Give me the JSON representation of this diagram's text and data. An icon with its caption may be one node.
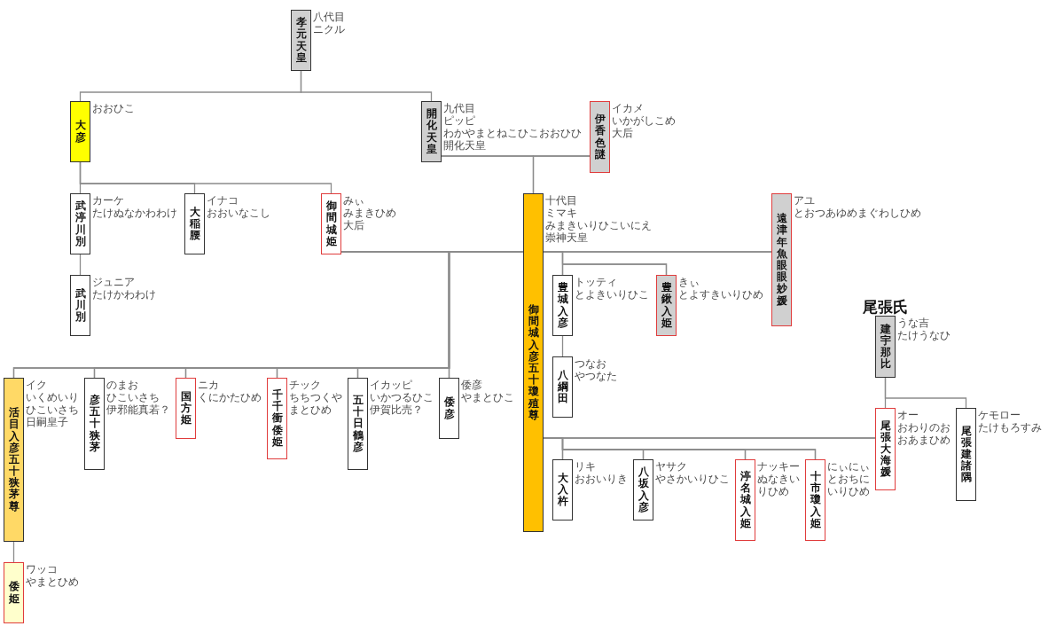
{
  "diagram": {
    "nodes": [
      {
        "text": [
          "孝元天皇"
        ],
        "beside": [
          "八代目",
          "ニクル"
        ]
      },
      {
        "text": [
          "大彦"
        ],
        "beside": [
          "おおひこ"
        ]
      },
      {
        "text": [
          "開化天皇"
        ],
        "beside": [
          "九代目",
          "ピッピ",
          "わかやまとねこひこおおひひ",
          "開化天皇"
        ]
      },
      {
        "text": [
          "伊香色謎"
        ],
        "beside": [
          "イカメ",
          "いかがしこめ",
          "大后"
        ]
      },
      {
        "text": [
          "武渟川別"
        ],
        "beside": [
          "カーケ",
          "たけぬなかわわけ"
        ]
      },
      {
        "text": [
          "大稲腰"
        ],
        "beside": [
          "イナコ",
          "おおいなこし"
        ]
      },
      {
        "text": [
          "御間城姫"
        ],
        "beside": [
          "みぃ",
          "みまきひめ",
          "大后"
        ]
      },
      {
        "text": [
          "御間城入彦五十瓊殖尊"
        ],
        "beside": [
          "十代目",
          "ミマキ",
          "みまきいりひこいにえ",
          "崇神天皇"
        ]
      },
      {
        "text": [
          "遠津年魚眼眼妙媛"
        ],
        "beside": [
          "アユ",
          "とおつあゆめまぐわしひめ"
        ]
      },
      {
        "text": [
          "武川別"
        ],
        "beside": [
          "ジュニア",
          "たけかわわけ"
        ]
      },
      {
        "text": [
          "豊城入彦"
        ],
        "beside": [
          "トッティ",
          "とよきいりひこ"
        ]
      },
      {
        "text": [
          "豊鍬入姫"
        ],
        "beside": [
          "きぃ",
          "とよすきいりひめ"
        ]
      },
      {
        "text": [
          "尾張氏",
          "建宇那比"
        ],
        "beside": [
          "うな吉",
          "たけうなひ"
        ]
      },
      {
        "text": [
          "八綱田"
        ],
        "beside": [
          "つなお",
          "やつなた"
        ]
      },
      {
        "text": [
          "活目入彦五十狭茅尊"
        ],
        "beside": [
          "イク",
          "いくめいりひこいさち",
          "日嗣皇子"
        ]
      },
      {
        "text": [
          "彦五十狭茅"
        ],
        "beside": [
          "のまお",
          "ひこいさち",
          "伊邪能真若？"
        ]
      },
      {
        "text": [
          "国方姫"
        ],
        "beside": [
          "ニカ",
          "くにかたひめ"
        ]
      },
      {
        "text": [
          "千千衝倭姫"
        ],
        "beside": [
          "チック",
          "ちちつくやまとひめ"
        ]
      },
      {
        "text": [
          "五十日鶴彦"
        ],
        "beside": [
          "イカッピ",
          "いかつるひこ",
          "伊賀比売？"
        ]
      },
      {
        "text": [
          "倭彦"
        ],
        "beside": [
          "倭彦",
          "やまとひこ"
        ]
      },
      {
        "text": [
          "尾張大海媛"
        ],
        "beside": [
          "オー",
          "おわりのおおあまひめ"
        ]
      },
      {
        "text": [
          "尾張建諸隅"
        ],
        "beside": [
          "ケモロー",
          "たけもろすみ"
        ]
      },
      {
        "text": [
          "大入杵"
        ],
        "beside": [
          "リキ",
          "おおいりき"
        ]
      },
      {
        "text": [
          "八坂入彦"
        ],
        "beside": [
          "ヤサク",
          "やさかいりひこ"
        ]
      },
      {
        "text": [
          "渟名城入姫"
        ],
        "beside": [
          "ナッキー",
          "ぬなきいりひめ"
        ]
      },
      {
        "text": [
          "十市瓊入姫"
        ],
        "beside": [
          "にぃにぃ",
          "とおちにいりひめ"
        ]
      },
      {
        "text": [
          "倭姫"
        ],
        "beside": [
          "ワッコ",
          "やまとひめ"
        ]
      }
    ],
    "edges": [
      {
        "from": 0,
        "to": 1,
        "arrow": "none"
      },
      {
        "from": 0,
        "to": 2,
        "arrow": "none"
      },
      {
        "from": 2,
        "to": 3,
        "arrow": "none"
      },
      {
        "from": 2,
        "to": 7,
        "arrow": "none"
      },
      {
        "from": 3,
        "to": 7,
        "arrow": "none"
      },
      {
        "from": 1,
        "to": 4,
        "arrow": "none"
      },
      {
        "from": 1,
        "to": 5,
        "arrow": "none"
      },
      {
        "from": 1,
        "to": 6,
        "arrow": "none"
      },
      {
        "from": 4,
        "to": 9,
        "arrow": "none"
      },
      {
        "from": 6,
        "to": 7,
        "arrow": "none"
      },
      {
        "from": 6,
        "to": 14,
        "arrow": "none"
      },
      {
        "from": 6,
        "to": 15,
        "arrow": "none"
      },
      {
        "from": 6,
        "to": 16,
        "arrow": "none"
      },
      {
        "from": 6,
        "to": 17,
        "arrow": "none"
      },
      {
        "from": 6,
        "to": 18,
        "arrow": "none"
      },
      {
        "from": 6,
        "to": 19,
        "arrow": "none"
      },
      {
        "from": 7,
        "to": 14,
        "arrow": "none"
      },
      {
        "from": 7,
        "to": 15,
        "arrow": "none"
      },
      {
        "from": 7,
        "to": 16,
        "arrow": "none"
      },
      {
        "from": 7,
        "to": 17,
        "arrow": "none"
      },
      {
        "from": 7,
        "to": 18,
        "arrow": "none"
      },
      {
        "from": 7,
        "to": 19,
        "arrow": "none"
      },
      {
        "from": 7,
        "to": 8,
        "arrow": "none"
      },
      {
        "from": 7,
        "to": 10,
        "arrow": "none"
      },
      {
        "from": 7,
        "to": 11,
        "arrow": "none"
      },
      {
        "from": 8,
        "to": 10,
        "arrow": "none"
      },
      {
        "from": 8,
        "to": 11,
        "arrow": "none"
      },
      {
        "from": 10,
        "to": 13,
        "arrow": "none"
      },
      {
        "from": 12,
        "to": 20,
        "arrow": "none"
      },
      {
        "from": 12,
        "to": 21,
        "arrow": "none"
      },
      {
        "from": 7,
        "to": 20,
        "arrow": "none"
      },
      {
        "from": 7,
        "to": 22,
        "arrow": "none"
      },
      {
        "from": 7,
        "to": 23,
        "arrow": "none"
      },
      {
        "from": 7,
        "to": 24,
        "arrow": "none"
      },
      {
        "from": 7,
        "to": 25,
        "arrow": "none"
      },
      {
        "from": 20,
        "to": 22,
        "arrow": "none"
      },
      {
        "from": 20,
        "to": 23,
        "arrow": "none"
      },
      {
        "from": 20,
        "to": 24,
        "arrow": "none"
      },
      {
        "from": 20,
        "to": 25,
        "arrow": "none"
      },
      {
        "from": 14,
        "to": 26,
        "arrow": "none"
      }
    ]
  }
}
